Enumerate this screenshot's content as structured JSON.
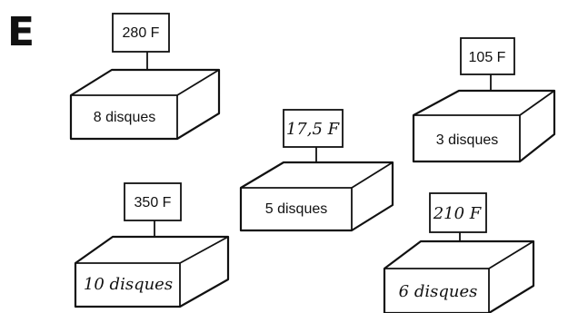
{
  "section_letter": "E",
  "items": [
    {
      "price": "280 F",
      "quantity_text": "8 disques",
      "price_style": "printed",
      "quantity_style": "printed"
    },
    {
      "price": "105 F",
      "quantity_text": "3 disques",
      "price_style": "printed",
      "quantity_style": "printed"
    },
    {
      "price": "17,5 F",
      "quantity_text": "5 disques",
      "price_style": "handwritten",
      "quantity_style": "printed"
    },
    {
      "price": "350 F",
      "quantity_text": "10 disques",
      "price_style": "printed",
      "quantity_style": "handwritten"
    },
    {
      "price": "210 F",
      "quantity_text": "6 disques",
      "price_style": "handwritten",
      "quantity_style": "handwritten"
    }
  ]
}
